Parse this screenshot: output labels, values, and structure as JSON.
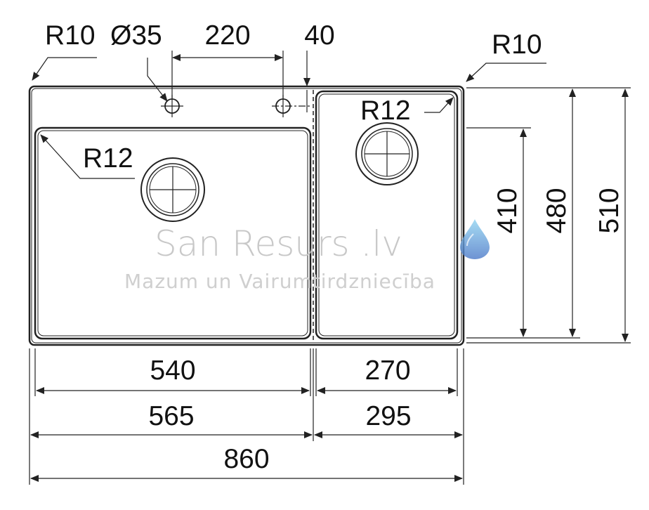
{
  "drawing": {
    "dimensions": {
      "outer_corner_radius_left": "R10",
      "tap_hole_diameter": "Ø35",
      "tap_hole_spacing": "220",
      "tap_hole_offset": "40",
      "outer_corner_radius_right": "R10",
      "bowl_corner_radius_large": "R12",
      "bowl_corner_radius_small": "R12",
      "small_bowl_depth": "410",
      "inner_depth": "480",
      "outer_depth": "510",
      "large_bowl_width": "540",
      "small_bowl_width": "270",
      "large_section_width": "565",
      "small_section_width": "295",
      "total_width": "860"
    },
    "colors": {
      "line": "#222222",
      "watermark_text": "#c8c8c8",
      "drop_blue": "#5b9bd5"
    },
    "icons": [
      "water-drop-icon"
    ]
  },
  "watermark": {
    "brand": "San Resurs .lv",
    "tagline": "Mazum un Vairumtirdzniecība"
  }
}
